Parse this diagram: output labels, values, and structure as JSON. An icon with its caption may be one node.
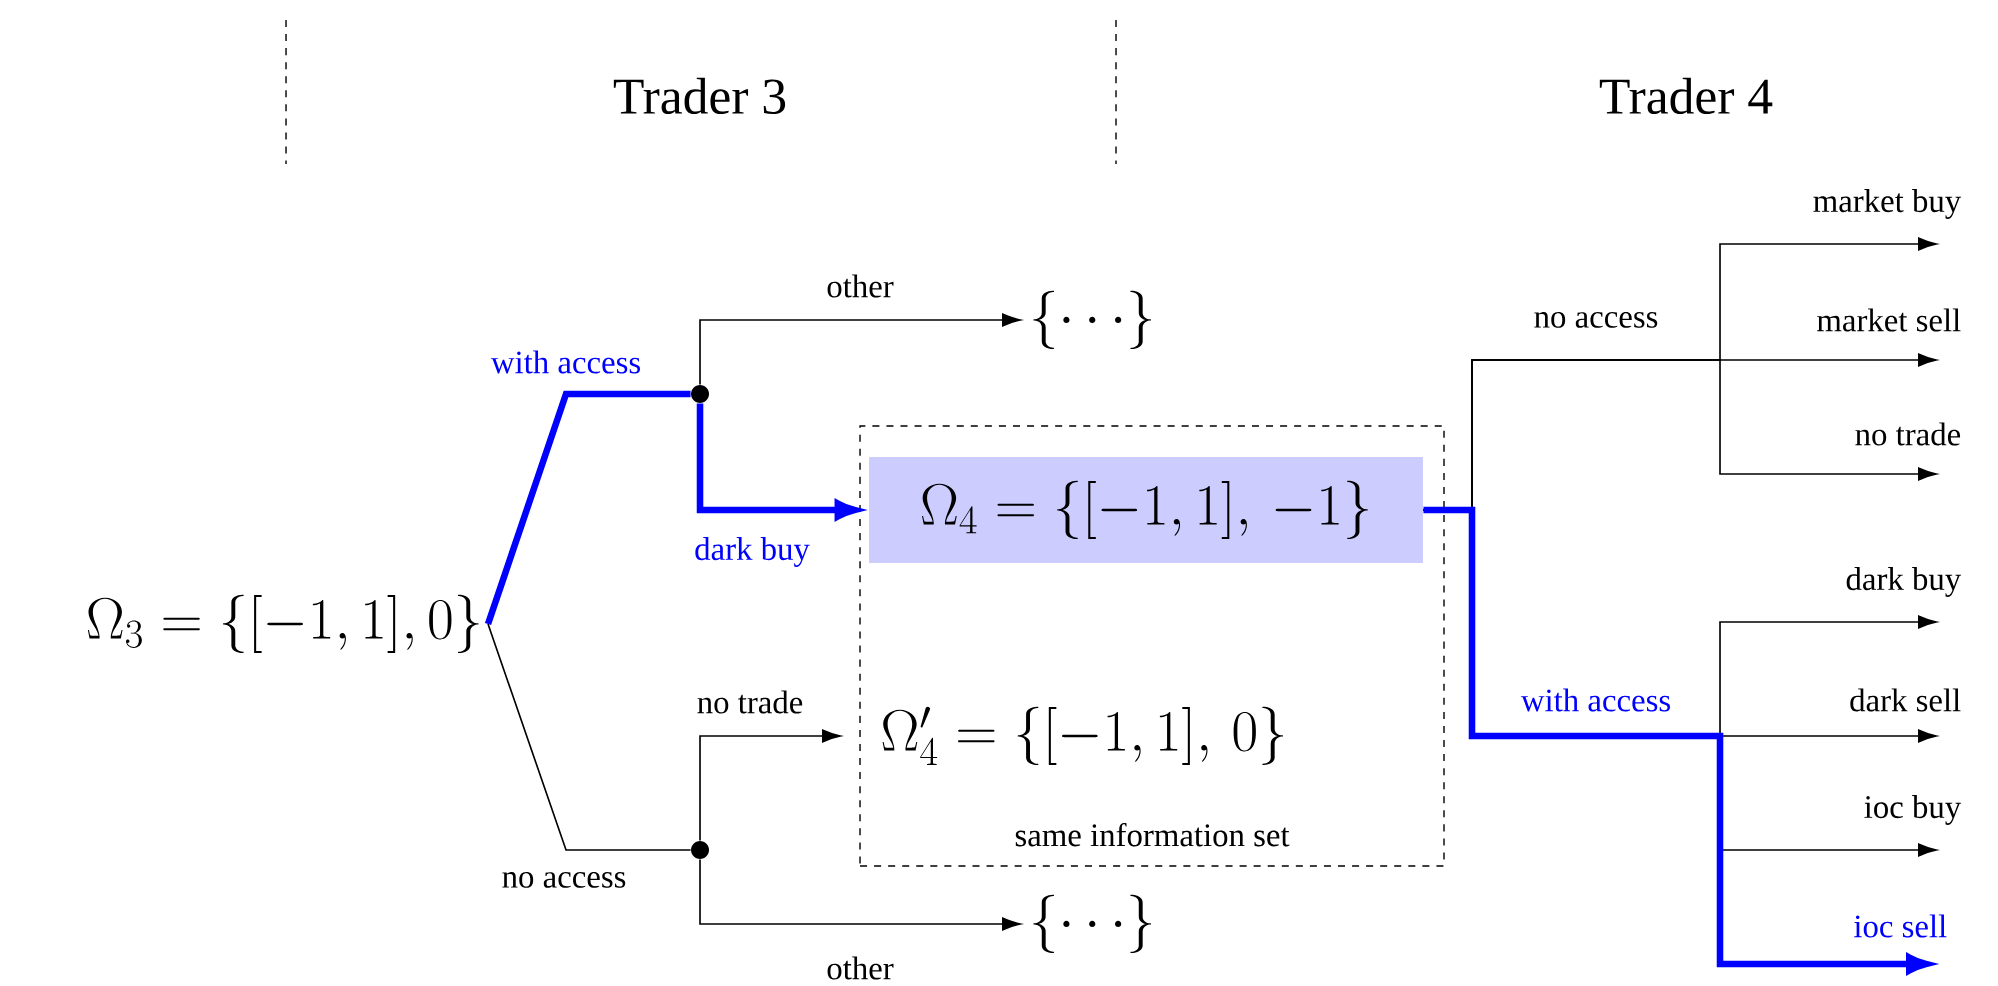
{
  "diagram": {
    "nodes": [
      {
        "text": [
          "\\Omega_3 = \\{[-1,1],0\\}"
        ]
      },
      {
        "text": [],
        "shape": "circle"
      },
      {
        "text": [
          "\\{\\cdots\\}"
        ]
      },
      {
        "text": [
          "same information set"
        ]
      },
      {
        "text": [
          "\\Omega_4 = \\{[-1,1],\\,-1\\}"
        ],
        "in": 3
      },
      {
        "text": [
          "\\Omega_4' = \\{[-1,1],\\,0\\}"
        ],
        "in": 3
      },
      {
        "text": [],
        "shape": "circle"
      },
      {
        "text": [
          "\\{\\cdots\\}"
        ]
      }
    ],
    "edges": [
      {
        "from": 0,
        "to": 1,
        "arrow": "none",
        "label": "with access",
        "style": "thick",
        "color": "#0000ff"
      },
      {
        "from": 0,
        "to": 6,
        "arrow": "none",
        "label": "no access"
      },
      {
        "from": 1,
        "to": 2,
        "arrow": "to",
        "label": "other"
      },
      {
        "from": 1,
        "to": 4,
        "arrow": "to",
        "label": "dark buy",
        "style": "thick",
        "color": "#0000ff"
      },
      {
        "from": 6,
        "to": 5,
        "arrow": "to",
        "label": "no trade"
      },
      {
        "from": 6,
        "to": 7,
        "arrow": "to",
        "label": "other"
      },
      {
        "from": 4,
        "to": null,
        "arrow": "to",
        "label": "market buy"
      },
      {
        "from": 4,
        "to": null,
        "arrow": "to",
        "label": "market sell"
      },
      {
        "from": 4,
        "to": null,
        "arrow": "to",
        "label": "no trade"
      },
      {
        "from": 4,
        "to": null,
        "arrow": "to",
        "label": "dark buy"
      },
      {
        "from": 4,
        "to": null,
        "arrow": "to",
        "label": "dark sell"
      },
      {
        "from": 4,
        "to": null,
        "arrow": "to",
        "label": "ioc buy"
      },
      {
        "from": 4,
        "to": null,
        "arrow": "to",
        "label": "ioc sell",
        "style": "thick",
        "color": "#0000ff"
      }
    ],
    "labels": [
      "Trader 3",
      "Trader 4",
      "no access",
      "with access"
    ]
  }
}
